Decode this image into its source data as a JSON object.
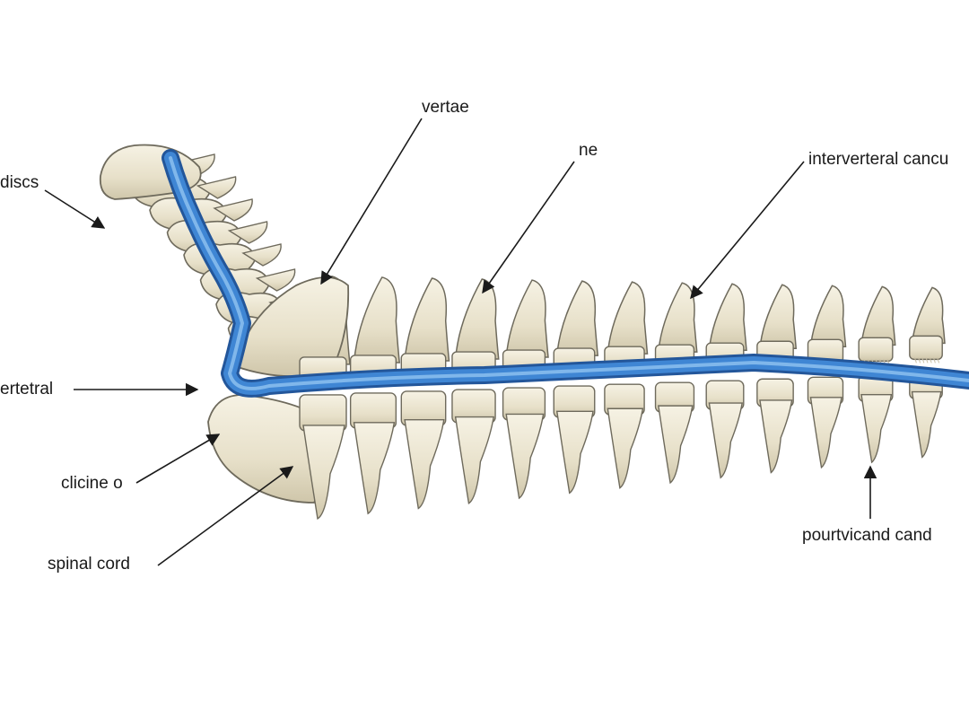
{
  "diagram": {
    "labels": {
      "vertae": "vertae",
      "ne": "ne",
      "interverteral": "interverteral cancu",
      "discs": "discs",
      "vertetral": "ertetral",
      "clicine": "clicine o",
      "spinal_cord": "spinal cord",
      "pourtvicand": "pourtvicand cand"
    },
    "colors": {
      "bone_fill": "#ece6d2",
      "bone_shadow": "#c9c0a6",
      "bone_outline": "#6e6a5c",
      "cord_fill": "#3f86d4",
      "cord_highlight": "#8cc0ef",
      "cord_dark": "#23569a",
      "label_text": "#1a1a1a",
      "leader_line": "#1a1a1a"
    }
  }
}
